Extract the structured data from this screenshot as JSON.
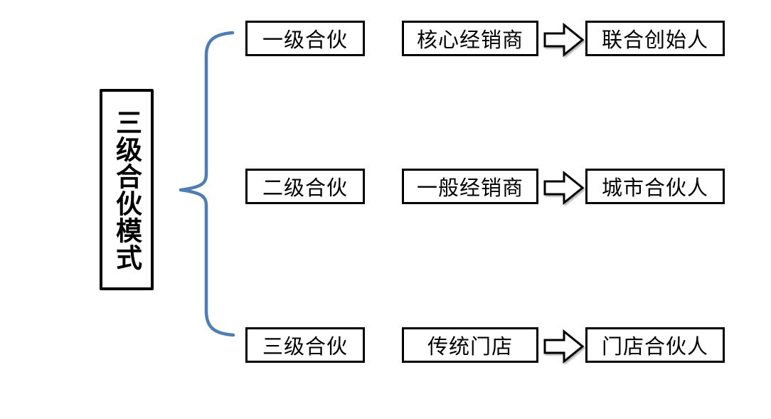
{
  "diagram": {
    "root": {
      "label": "三级合伙模式"
    },
    "rows": [
      {
        "level": "一级合伙",
        "role": "核心经销商",
        "result": "联合创始人"
      },
      {
        "level": "二级合伙",
        "role": "一般经销商",
        "result": "城市合伙人"
      },
      {
        "level": "三级合伙",
        "role": "传统门店",
        "result": "门店合伙人"
      }
    ],
    "icons": {
      "brace": "left-curly-brace",
      "arrow": "right-block-arrow"
    },
    "colors": {
      "brace": "#4E7DB4",
      "node_border": "#000000",
      "node_fill": "#FFFFFF",
      "text": "#000000",
      "background": "#FFFFFF"
    }
  }
}
